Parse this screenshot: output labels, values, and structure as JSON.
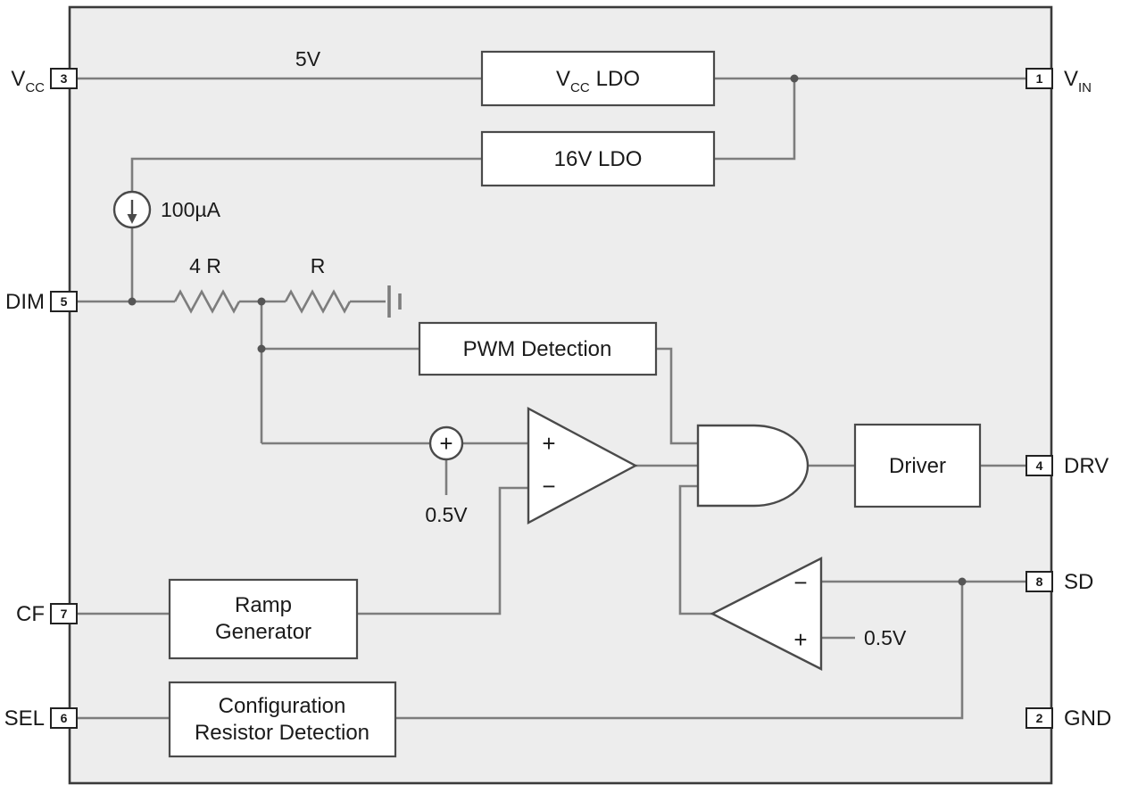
{
  "pins": {
    "left": [
      {
        "label": "V",
        "sub": "CC",
        "number": "3"
      },
      {
        "label": "DIM",
        "sub": "",
        "number": "5"
      },
      {
        "label": "CF",
        "sub": "",
        "number": "7"
      },
      {
        "label": "SEL",
        "sub": "",
        "number": "6"
      }
    ],
    "right": [
      {
        "label": "V",
        "sub": "IN",
        "number": "1"
      },
      {
        "label": "DRV",
        "sub": "",
        "number": "4"
      },
      {
        "label": "SD",
        "sub": "",
        "number": "8"
      },
      {
        "label": "GND",
        "sub": "",
        "number": "2"
      }
    ]
  },
  "blocks": {
    "vcc_ldo": {
      "main": "V",
      "sub": "CC",
      "suffix": "LDO"
    },
    "ldo_16v": "16V LDO",
    "pwm_detection": "PWM Detection",
    "driver": "Driver",
    "ramp_generator": {
      "line1": "Ramp",
      "line2": "Generator"
    },
    "config_detection": {
      "line1": "Configuration",
      "line2": "Resistor Detection"
    }
  },
  "labels": {
    "supply": "5V",
    "bias_current": "100µA",
    "resistor_4r": "4 R",
    "resistor_r": "R",
    "offset_ref": "0.5V",
    "shutdown_ref": "0.5V",
    "plus": "+",
    "minus": "−"
  }
}
